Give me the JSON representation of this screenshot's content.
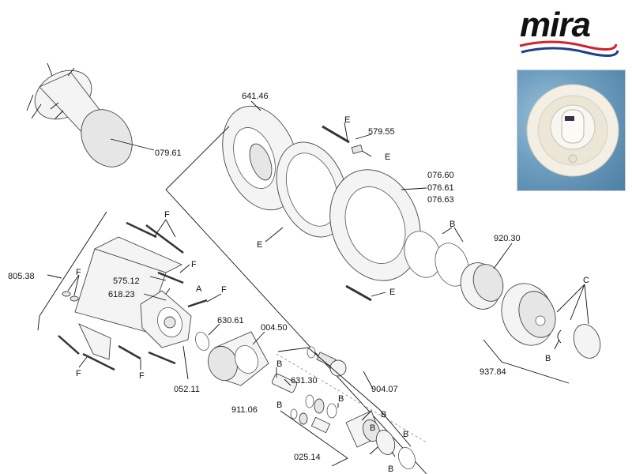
{
  "brand": {
    "name": "mira"
  },
  "labels": {
    "p07961": "079.61",
    "p64146": "641.46",
    "p57955": "579.55",
    "e1": "E",
    "e2": "E",
    "e3": "E",
    "e4": "E",
    "p07660": "076.60",
    "p07661": "076.61",
    "p07663": "076.63",
    "b1": "B",
    "p92030": "920.30",
    "f1": "F",
    "f2": "F",
    "f3": "F",
    "f4": "F",
    "f5": "F",
    "f6": "F",
    "p80538": "805.38",
    "p57512": "575.12",
    "a1": "A",
    "p61823": "618.23",
    "p63061": "630.61",
    "p00450": "004.50",
    "c1": "C",
    "b2": "B",
    "p93784": "937.84",
    "b3": "B",
    "p63130": "631.30",
    "p90407": "904.07",
    "p05211": "052.11",
    "p91106": "911.06",
    "b4": "B",
    "b5": "B",
    "b6": "B",
    "b7": "B",
    "b8": "B",
    "b9": "B",
    "p02514": "025.14"
  },
  "colors": {
    "brand_dark": "#111111",
    "brand_red": "#d6202a",
    "brand_blue": "#1d3f8f",
    "photo_wall": "#6f9fc0"
  }
}
